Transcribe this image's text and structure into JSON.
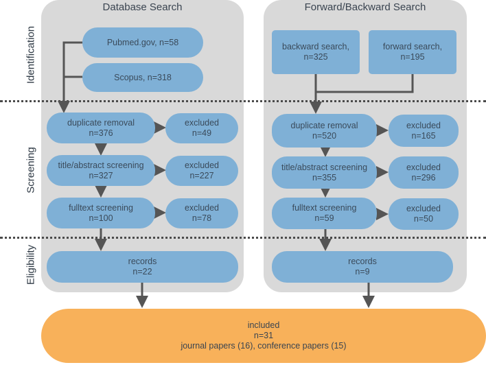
{
  "stages": {
    "identification": "Identification",
    "screening": "Screening",
    "eligibility": "Eligibility"
  },
  "database": {
    "title": "Database Search",
    "pubmed": "Pubmed.gov, n=58",
    "scopus": "Scopus, n=318",
    "dup": {
      "line1": "duplicate removal",
      "line2": "n=376"
    },
    "dup_excl": {
      "line1": "excluded",
      "line2": "n=49"
    },
    "title_abs": {
      "line1": "title/abstract screening",
      "line2": "n=327"
    },
    "title_abs_excl": {
      "line1": "excluded",
      "line2": "n=227"
    },
    "fulltext": {
      "line1": "fulltext screening",
      "line2": "n=100"
    },
    "fulltext_excl": {
      "line1": "excluded",
      "line2": "n=78"
    },
    "records": {
      "line1": "records",
      "line2": "n=22"
    }
  },
  "forward": {
    "title": "Forward/Backward Search",
    "backward": {
      "line1": "backward search,",
      "line2": "n=325"
    },
    "forward_s": {
      "line1": "forward search,",
      "line2": "n=195"
    },
    "dup": {
      "line1": "duplicate removal",
      "line2": "n=520"
    },
    "dup_excl": {
      "line1": "excluded",
      "line2": "n=165"
    },
    "title_abs": {
      "line1": "title/abstract screening",
      "line2": "n=355"
    },
    "title_abs_excl": {
      "line1": "excluded",
      "line2": "n=296"
    },
    "fulltext": {
      "line1": "fulltext screening",
      "line2": "n=59"
    },
    "fulltext_excl": {
      "line1": "excluded",
      "line2": "n=50"
    },
    "records": {
      "line1": "records",
      "line2": "n=9"
    }
  },
  "included": {
    "line1": "included",
    "line2": "n=31",
    "line3": "journal papers (16), conference papers (15)"
  },
  "colors": {
    "panel": "#d9d9d9",
    "node": "#7fb0d6",
    "final": "#f8b15a",
    "arrow": "#555555"
  }
}
